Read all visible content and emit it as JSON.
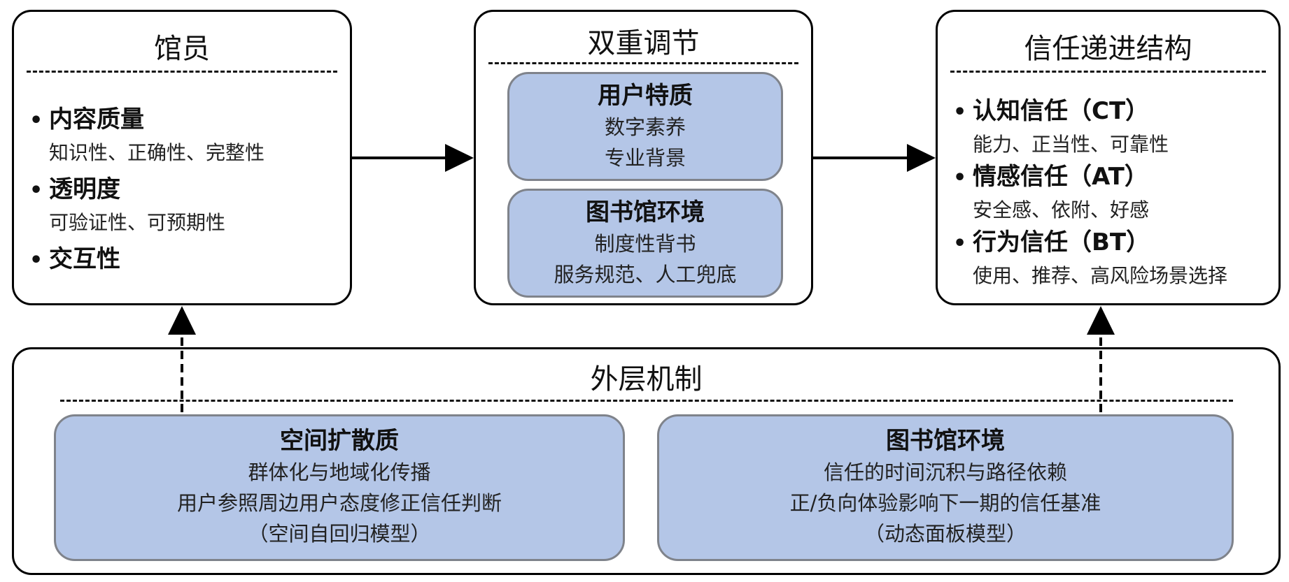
{
  "librarian": {
    "title": "馆员",
    "items": [
      {
        "head": "内容质量",
        "sub": "知识性、正确性、完整性"
      },
      {
        "head": "透明度",
        "sub": "可验证性、可预期性"
      },
      {
        "head": "交互性",
        "sub": ""
      }
    ]
  },
  "moderation": {
    "title": "双重调节",
    "boxes": [
      {
        "head": "用户特质",
        "lines": [
          "数字素养",
          "专业背景"
        ]
      },
      {
        "head": "图书馆环境",
        "lines": [
          "制度性背书",
          "服务规范、人工兜底"
        ]
      }
    ]
  },
  "trust": {
    "title": "信任递进结构",
    "items": [
      {
        "head": "认知信任（CT）",
        "sub": "能力、正当性、可靠性"
      },
      {
        "head": "情感信任（AT）",
        "sub": "安全感、依附、好感"
      },
      {
        "head": "行为信任（BT）",
        "sub": "使用、推荐、高风险场景选择"
      }
    ]
  },
  "outer": {
    "title": "外层机制",
    "boxes": [
      {
        "head": "空间扩散质",
        "lines": [
          "群体化与地域化传播",
          "用户参照周边用户态度修正信任判断",
          "（空间自回归模型）"
        ]
      },
      {
        "head": "图书馆环境",
        "lines": [
          "信任的时间沉积与路径依赖",
          "正/负向体验影响下一期的信任基准",
          "（动态面板模型）"
        ]
      }
    ]
  },
  "bullet_glyph": "•",
  "colors": {
    "inner_fill": "#b4c6e7",
    "inner_border": "#7f838b",
    "line": "#000000"
  }
}
